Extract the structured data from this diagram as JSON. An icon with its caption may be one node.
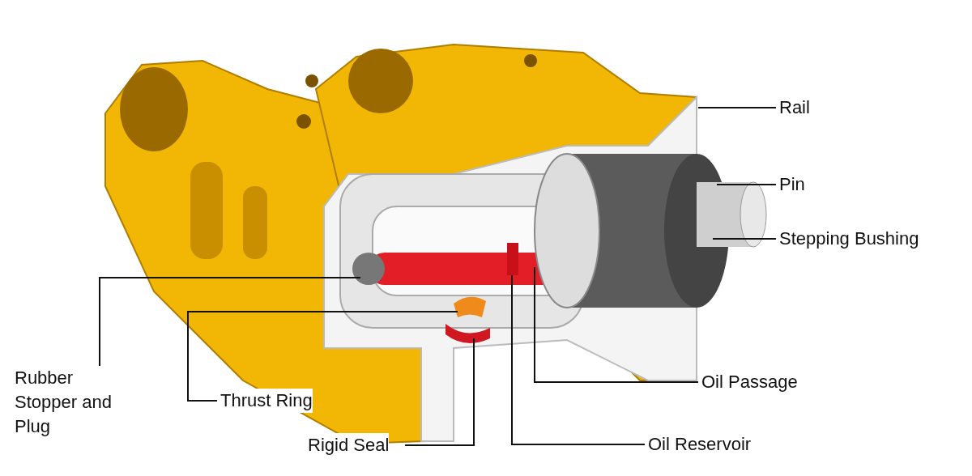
{
  "diagram": {
    "nodes": [
      {
        "text": [
          "Rail"
        ]
      },
      {
        "text": [
          "Pin"
        ]
      },
      {
        "text": [
          "Stepping Bushing"
        ]
      },
      {
        "text": [
          "Rubber Stopper and Plug"
        ]
      },
      {
        "text": [
          "Thrust Ring"
        ]
      },
      {
        "text": [
          "Rigid Seal"
        ]
      },
      {
        "text": [
          "Oil Passage"
        ]
      },
      {
        "text": [
          "Oil Reservoir"
        ]
      }
    ],
    "edges": [
      {
        "from": 0,
        "to": null,
        "arrow": "none"
      },
      {
        "from": 1,
        "to": null,
        "arrow": "none"
      },
      {
        "from": 2,
        "to": null,
        "arrow": "none"
      },
      {
        "from": 3,
        "to": null,
        "arrow": "none"
      },
      {
        "from": 4,
        "to": null,
        "arrow": "none"
      },
      {
        "from": 5,
        "to": null,
        "arrow": "none"
      },
      {
        "from": 6,
        "to": null,
        "arrow": "none"
      },
      {
        "from": 7,
        "to": null,
        "arrow": "none"
      }
    ]
  }
}
